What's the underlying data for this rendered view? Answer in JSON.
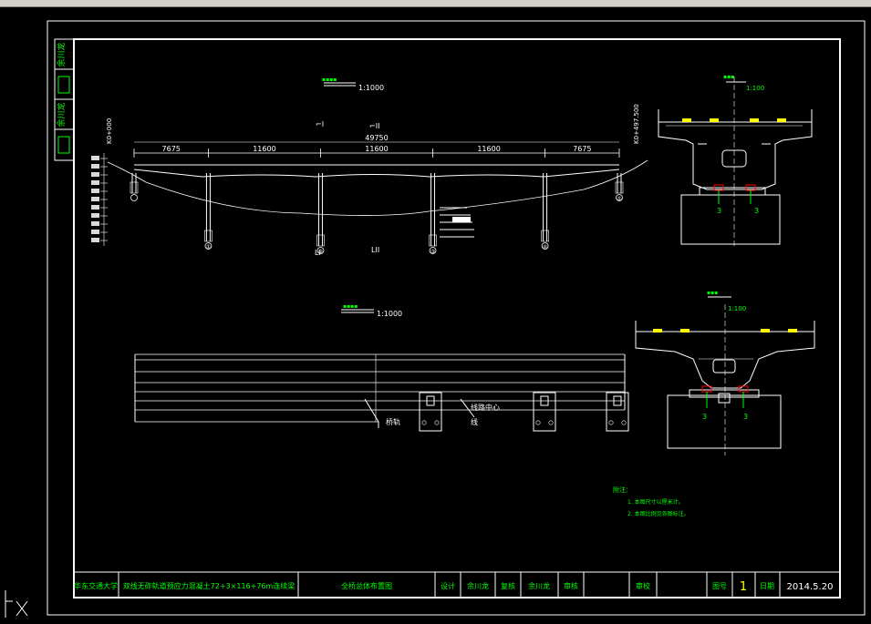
{
  "drawing": {
    "elevation": {
      "title_scale": "1:1000",
      "total_length": "49750",
      "spans": [
        "7675",
        "11600",
        "11600",
        "11600",
        "7675"
      ],
      "start_station": "K0+000",
      "end_station": "K0+497.500",
      "section_marks": [
        "I",
        "II"
      ],
      "pier_labels": [
        "①",
        "②",
        "③",
        "④",
        "⑤"
      ]
    },
    "plan": {
      "title_scale": "1:1000",
      "centerline_label": "线路中心",
      "centerline_label_2": "线",
      "edge_label": "桥轨"
    },
    "section_top": {
      "scale": "1:100",
      "bearing_counts": [
        "3",
        "3"
      ]
    },
    "section_bottom": {
      "scale": "1:100",
      "bearing_counts": [
        "3",
        "3"
      ]
    },
    "notes": {
      "heading": "附注：",
      "items": [
        "1. 本图尺寸以厘米计。",
        "2. 本图比例见各图标注。"
      ]
    }
  },
  "title_block": {
    "university": "华东交通大学",
    "project": "双线无砟轨道预应力混凝土72+3×116+76m连续梁",
    "drawing_name": "全桥总体布置图",
    "design_label": "设计",
    "designer": "余川龙",
    "check_label": "复核",
    "checker": "余川龙",
    "review_label": "审核",
    "approve_label": "审校",
    "sheet_label": "图号",
    "sheet_no": "1",
    "date_label": "日期",
    "date": "2014.5.20"
  },
  "side_tabs": [
    "余川龙",
    "",
    "余川龙",
    ""
  ],
  "ucs_icon": "ucs-axis-icon",
  "colors": {
    "background": "#000000",
    "line": "#ffffff",
    "text_green": "#00ff00",
    "text_yellow": "#ffff00",
    "accent_red": "#ff0000",
    "gridline": "#808080"
  }
}
